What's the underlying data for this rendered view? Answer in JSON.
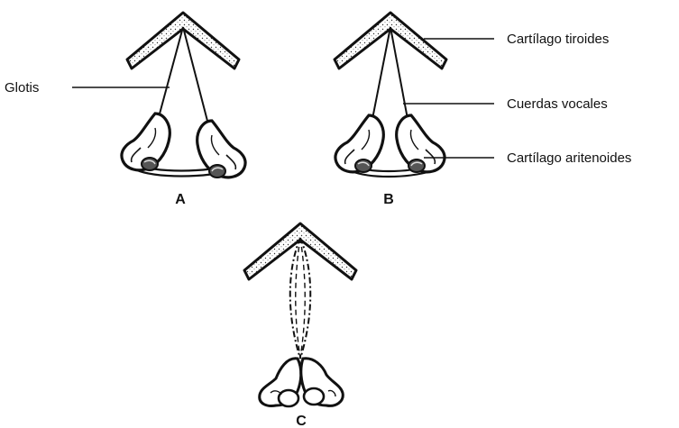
{
  "labels": {
    "glotis": "Glotis",
    "tiroides": "Cartílago tiroides",
    "cuerdas": "Cuerdas vocales",
    "aritenoides": "Cartílago aritenoides"
  },
  "panels": {
    "a": "A",
    "b": "B",
    "c": "C"
  }
}
